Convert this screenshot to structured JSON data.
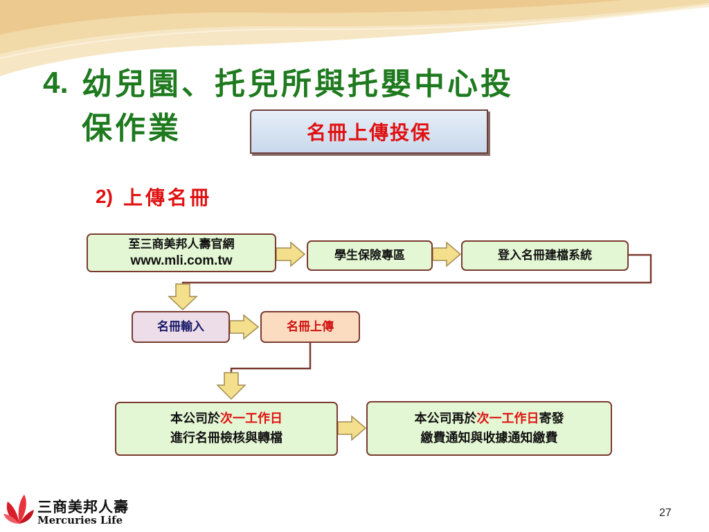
{
  "title": {
    "number": "4.",
    "line1": "幼兒園、托兒所與托嬰中心投",
    "line2": "保作業"
  },
  "badge": {
    "label": "名冊上傳投保"
  },
  "subtitle": {
    "number": "2)",
    "text": "上傳名冊"
  },
  "flow": {
    "step1": {
      "line1": "至三商美邦人壽官網",
      "url": "www.mli.com.tw"
    },
    "step2": {
      "label": "學生保險專區"
    },
    "step3": {
      "label": "登入名冊建檔系統"
    },
    "step4": {
      "label": "名冊輸入"
    },
    "step5": {
      "label": "名冊上傳"
    },
    "step6": {
      "prefix": "本公司於",
      "highlight": "次一工作日",
      "line2": "進行名冊檢核與轉檔"
    },
    "step7": {
      "prefix": "本公司再於",
      "highlight": "次一工作日",
      "suffix": "寄發",
      "line2": "繳費通知與收據通知繳費"
    }
  },
  "logo": {
    "chinese": "三商美邦人壽",
    "english": "Mercuries Life"
  },
  "page_number": "27",
  "colors": {
    "title_green": "#1f7a1f",
    "highlight_red": "#e01010",
    "box_border": "#7a3a30",
    "arrow_fill": "#f4e08c"
  }
}
